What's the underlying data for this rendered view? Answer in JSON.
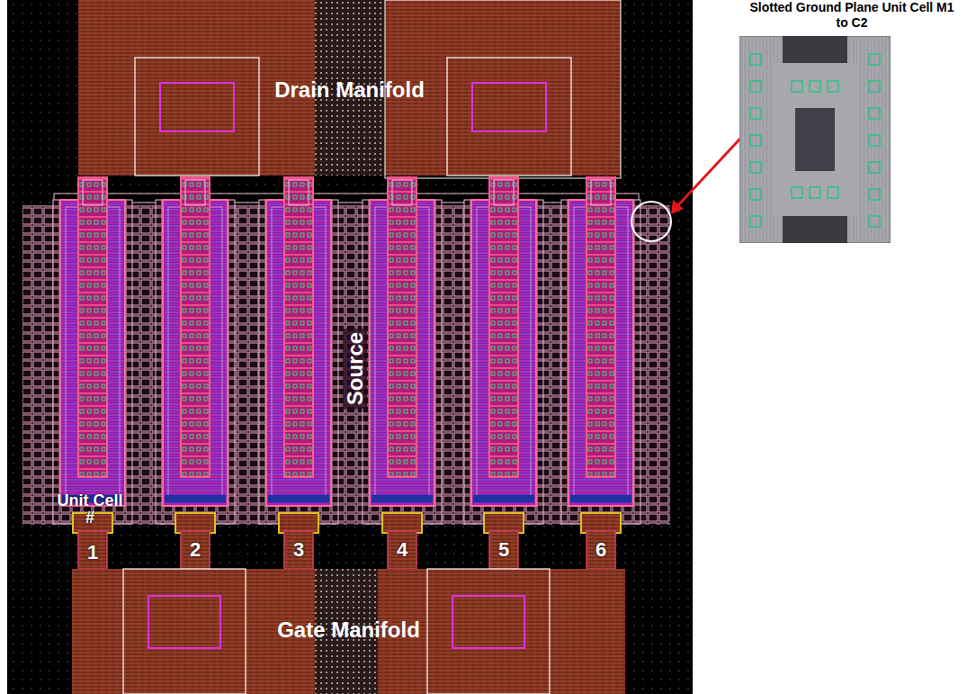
{
  "diagram": {
    "nodes": [
      {
        "text": [
          "Drain Manifold"
        ]
      },
      {
        "text": [
          "Slotted Ground Plane Unit Cell M1 to C2"
        ]
      },
      {
        "text": [
          "Gate Manifold"
        ]
      }
    ],
    "labels": [
      "Source",
      "Unit Cell #",
      "1",
      "2",
      "3",
      "4",
      "5",
      "6"
    ]
  }
}
